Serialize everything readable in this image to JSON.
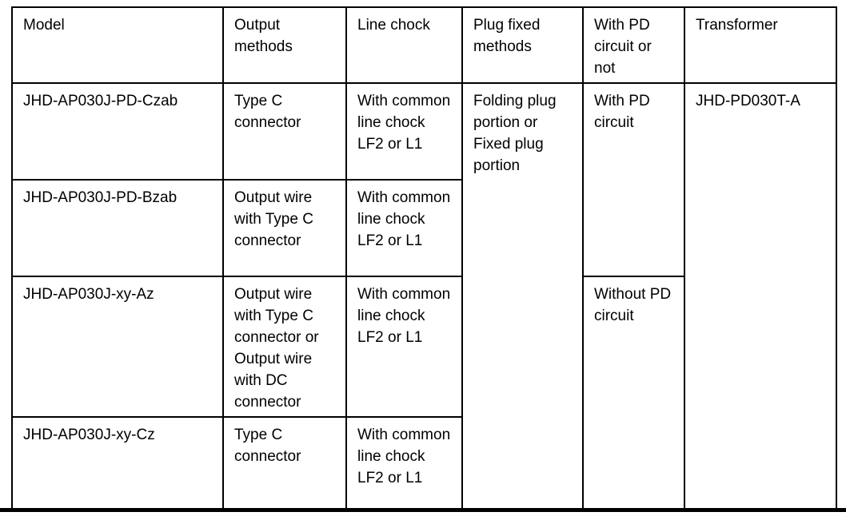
{
  "table": {
    "headers": [
      "Model",
      "Output methods",
      "Line chock",
      "Plug fixed methods",
      "With PD circuit or not",
      "Transformer"
    ],
    "rows": [
      {
        "model": "JHD-AP030J-PD-Czab",
        "output_method": "Type C connector",
        "line_chock": "With common line chock LF2 or L1"
      },
      {
        "model": "JHD-AP030J-PD-Bzab",
        "output_method": "Output wire with Type C connector",
        "line_chock": "With common line chock LF2 or L1"
      },
      {
        "model": "JHD-AP030J-xy-Az",
        "output_method": "Output wire with Type C connector or Output wire with DC connector",
        "line_chock": "With common line chock LF2 or L1"
      },
      {
        "model": "JHD-AP030J-xy-Cz",
        "output_method": "Type C connector",
        "line_chock": "With common line chock LF2 or L1"
      }
    ],
    "merged": {
      "plug_fixed_methods": "Folding plug portion or Fixed plug portion",
      "with_pd_circuit": "With PD circuit",
      "without_pd_circuit": "Without PD circuit",
      "transformer": "JHD-PD030T-A"
    },
    "colors": {
      "border": "#000000",
      "text": "#000000",
      "background": "#ffffff"
    }
  }
}
